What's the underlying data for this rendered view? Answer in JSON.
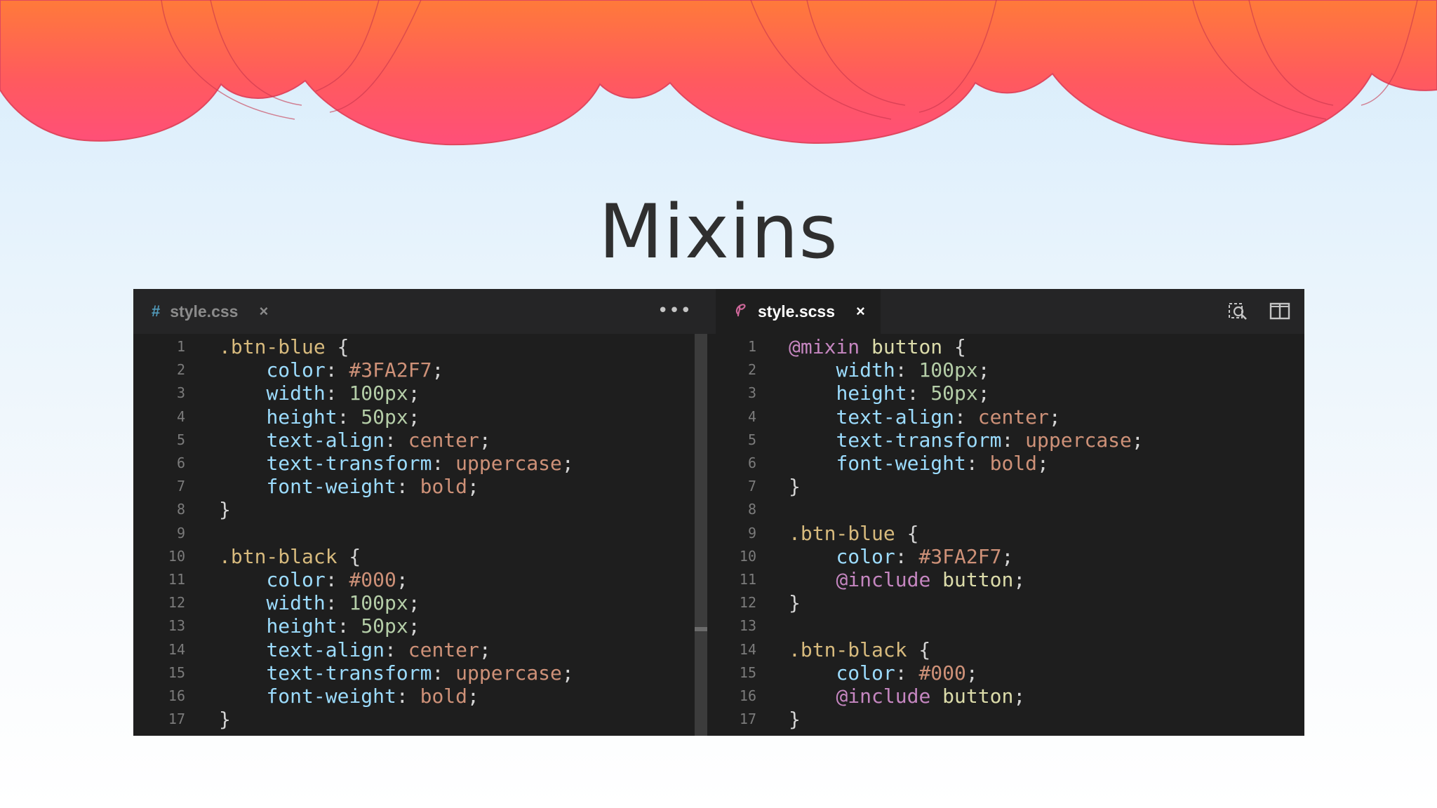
{
  "slide": {
    "title": "Mixins"
  },
  "left_editor": {
    "tab": {
      "icon": "#",
      "filename": "style.css",
      "close": "×"
    },
    "more": "•••",
    "lines": [
      {
        "n": "1",
        "tokens": [
          {
            "c": "sel",
            "t": ".btn-blue"
          },
          {
            "c": "punc",
            "t": " {"
          }
        ]
      },
      {
        "n": "2",
        "tokens": [
          {
            "c": "punc",
            "t": "    "
          },
          {
            "c": "prop",
            "t": "color"
          },
          {
            "c": "punc",
            "t": ": "
          },
          {
            "c": "str",
            "t": "#3FA2F7"
          },
          {
            "c": "punc",
            "t": ";"
          }
        ]
      },
      {
        "n": "3",
        "tokens": [
          {
            "c": "punc",
            "t": "    "
          },
          {
            "c": "prop",
            "t": "width"
          },
          {
            "c": "punc",
            "t": ": "
          },
          {
            "c": "num",
            "t": "100px"
          },
          {
            "c": "punc",
            "t": ";"
          }
        ]
      },
      {
        "n": "4",
        "tokens": [
          {
            "c": "punc",
            "t": "    "
          },
          {
            "c": "prop",
            "t": "height"
          },
          {
            "c": "punc",
            "t": ": "
          },
          {
            "c": "num",
            "t": "50px"
          },
          {
            "c": "punc",
            "t": ";"
          }
        ]
      },
      {
        "n": "5",
        "tokens": [
          {
            "c": "punc",
            "t": "    "
          },
          {
            "c": "prop",
            "t": "text-align"
          },
          {
            "c": "punc",
            "t": ": "
          },
          {
            "c": "str",
            "t": "center"
          },
          {
            "c": "punc",
            "t": ";"
          }
        ]
      },
      {
        "n": "6",
        "tokens": [
          {
            "c": "punc",
            "t": "    "
          },
          {
            "c": "prop",
            "t": "text-transform"
          },
          {
            "c": "punc",
            "t": ": "
          },
          {
            "c": "str",
            "t": "uppercase"
          },
          {
            "c": "punc",
            "t": ";"
          }
        ]
      },
      {
        "n": "7",
        "tokens": [
          {
            "c": "punc",
            "t": "    "
          },
          {
            "c": "prop",
            "t": "font-weight"
          },
          {
            "c": "punc",
            "t": ": "
          },
          {
            "c": "str",
            "t": "bold"
          },
          {
            "c": "punc",
            "t": ";"
          }
        ]
      },
      {
        "n": "8",
        "tokens": [
          {
            "c": "punc",
            "t": "}"
          }
        ]
      },
      {
        "n": "9",
        "tokens": []
      },
      {
        "n": "10",
        "tokens": [
          {
            "c": "sel",
            "t": ".btn-black"
          },
          {
            "c": "punc",
            "t": " {"
          }
        ]
      },
      {
        "n": "11",
        "tokens": [
          {
            "c": "punc",
            "t": "    "
          },
          {
            "c": "prop",
            "t": "color"
          },
          {
            "c": "punc",
            "t": ": "
          },
          {
            "c": "str",
            "t": "#000"
          },
          {
            "c": "punc",
            "t": ";"
          }
        ]
      },
      {
        "n": "12",
        "tokens": [
          {
            "c": "punc",
            "t": "    "
          },
          {
            "c": "prop",
            "t": "width"
          },
          {
            "c": "punc",
            "t": ": "
          },
          {
            "c": "num",
            "t": "100px"
          },
          {
            "c": "punc",
            "t": ";"
          }
        ]
      },
      {
        "n": "13",
        "tokens": [
          {
            "c": "punc",
            "t": "    "
          },
          {
            "c": "prop",
            "t": "height"
          },
          {
            "c": "punc",
            "t": ": "
          },
          {
            "c": "num",
            "t": "50px"
          },
          {
            "c": "punc",
            "t": ";"
          }
        ]
      },
      {
        "n": "14",
        "tokens": [
          {
            "c": "punc",
            "t": "    "
          },
          {
            "c": "prop",
            "t": "text-align"
          },
          {
            "c": "punc",
            "t": ": "
          },
          {
            "c": "str",
            "t": "center"
          },
          {
            "c": "punc",
            "t": ";"
          }
        ]
      },
      {
        "n": "15",
        "tokens": [
          {
            "c": "punc",
            "t": "    "
          },
          {
            "c": "prop",
            "t": "text-transform"
          },
          {
            "c": "punc",
            "t": ": "
          },
          {
            "c": "str",
            "t": "uppercase"
          },
          {
            "c": "punc",
            "t": ";"
          }
        ]
      },
      {
        "n": "16",
        "tokens": [
          {
            "c": "punc",
            "t": "    "
          },
          {
            "c": "prop",
            "t": "font-weight"
          },
          {
            "c": "punc",
            "t": ": "
          },
          {
            "c": "str",
            "t": "bold"
          },
          {
            "c": "punc",
            "t": ";"
          }
        ]
      },
      {
        "n": "17",
        "tokens": [
          {
            "c": "punc",
            "t": "}"
          }
        ]
      }
    ]
  },
  "right_editor": {
    "tab": {
      "icon": "sass-icon",
      "filename": "style.scss",
      "close": "×"
    },
    "lines": [
      {
        "n": "1",
        "tokens": [
          {
            "c": "at",
            "t": "@mixin"
          },
          {
            "c": "punc",
            "t": " "
          },
          {
            "c": "name",
            "t": "button"
          },
          {
            "c": "punc",
            "t": " {"
          }
        ]
      },
      {
        "n": "2",
        "tokens": [
          {
            "c": "punc",
            "t": "    "
          },
          {
            "c": "prop",
            "t": "width"
          },
          {
            "c": "punc",
            "t": ": "
          },
          {
            "c": "num",
            "t": "100px"
          },
          {
            "c": "punc",
            "t": ";"
          }
        ]
      },
      {
        "n": "3",
        "tokens": [
          {
            "c": "punc",
            "t": "    "
          },
          {
            "c": "prop",
            "t": "height"
          },
          {
            "c": "punc",
            "t": ": "
          },
          {
            "c": "num",
            "t": "50px"
          },
          {
            "c": "punc",
            "t": ";"
          }
        ]
      },
      {
        "n": "4",
        "tokens": [
          {
            "c": "punc",
            "t": "    "
          },
          {
            "c": "prop",
            "t": "text-align"
          },
          {
            "c": "punc",
            "t": ": "
          },
          {
            "c": "str",
            "t": "center"
          },
          {
            "c": "punc",
            "t": ";"
          }
        ]
      },
      {
        "n": "5",
        "tokens": [
          {
            "c": "punc",
            "t": "    "
          },
          {
            "c": "prop",
            "t": "text-transform"
          },
          {
            "c": "punc",
            "t": ": "
          },
          {
            "c": "str",
            "t": "uppercase"
          },
          {
            "c": "punc",
            "t": ";"
          }
        ]
      },
      {
        "n": "6",
        "tokens": [
          {
            "c": "punc",
            "t": "    "
          },
          {
            "c": "prop",
            "t": "font-weight"
          },
          {
            "c": "punc",
            "t": ": "
          },
          {
            "c": "str",
            "t": "bold"
          },
          {
            "c": "punc",
            "t": ";"
          }
        ]
      },
      {
        "n": "7",
        "tokens": [
          {
            "c": "punc",
            "t": "}"
          }
        ]
      },
      {
        "n": "8",
        "tokens": []
      },
      {
        "n": "9",
        "tokens": [
          {
            "c": "sel",
            "t": ".btn-blue"
          },
          {
            "c": "punc",
            "t": " {"
          }
        ]
      },
      {
        "n": "10",
        "tokens": [
          {
            "c": "punc",
            "t": "    "
          },
          {
            "c": "prop",
            "t": "color"
          },
          {
            "c": "punc",
            "t": ": "
          },
          {
            "c": "str",
            "t": "#3FA2F7"
          },
          {
            "c": "punc",
            "t": ";"
          }
        ]
      },
      {
        "n": "11",
        "tokens": [
          {
            "c": "punc",
            "t": "    "
          },
          {
            "c": "at",
            "t": "@include"
          },
          {
            "c": "punc",
            "t": " "
          },
          {
            "c": "name",
            "t": "button"
          },
          {
            "c": "punc",
            "t": ";"
          }
        ]
      },
      {
        "n": "12",
        "tokens": [
          {
            "c": "punc",
            "t": "}"
          }
        ]
      },
      {
        "n": "13",
        "tokens": []
      },
      {
        "n": "14",
        "tokens": [
          {
            "c": "sel",
            "t": ".btn-black"
          },
          {
            "c": "punc",
            "t": " {"
          }
        ]
      },
      {
        "n": "15",
        "tokens": [
          {
            "c": "punc",
            "t": "    "
          },
          {
            "c": "prop",
            "t": "color"
          },
          {
            "c": "punc",
            "t": ": "
          },
          {
            "c": "str",
            "t": "#000"
          },
          {
            "c": "punc",
            "t": ";"
          }
        ]
      },
      {
        "n": "16",
        "tokens": [
          {
            "c": "punc",
            "t": "    "
          },
          {
            "c": "at",
            "t": "@include"
          },
          {
            "c": "punc",
            "t": " "
          },
          {
            "c": "name",
            "t": "button"
          },
          {
            "c": "punc",
            "t": ";"
          }
        ]
      },
      {
        "n": "17",
        "tokens": [
          {
            "c": "punc",
            "t": "}"
          }
        ]
      }
    ]
  },
  "colors": {
    "selector": "#d7ba7d",
    "property": "#9cdcfe",
    "number": "#b5cea8",
    "string": "#ce9178",
    "at_rule": "#c586c0",
    "name": "#dcdcaa",
    "curtain": "#ff4f72",
    "editor_bg": "#1e1e1e"
  }
}
